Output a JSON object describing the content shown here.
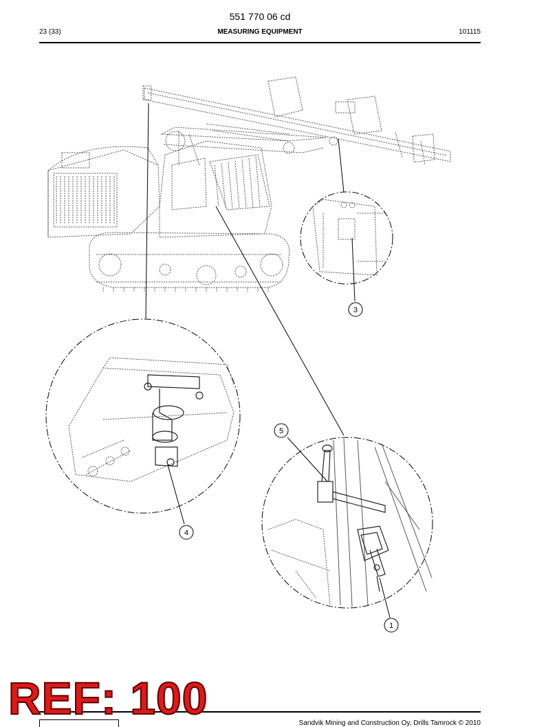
{
  "header": {
    "document_number": "551 770 06 cd",
    "page_number": "23 (33)",
    "section_title": "MEASURING EQUIPMENT",
    "revision_code": "101115"
  },
  "figure": {
    "callouts": [
      "1",
      "3",
      "4",
      "5"
    ]
  },
  "stamp": {
    "text": "REF: 100",
    "color": "#e01818"
  },
  "footer": {
    "copyright": "Sandvik Mining and Construction Oy, Drills Tamrock © 2010"
  }
}
